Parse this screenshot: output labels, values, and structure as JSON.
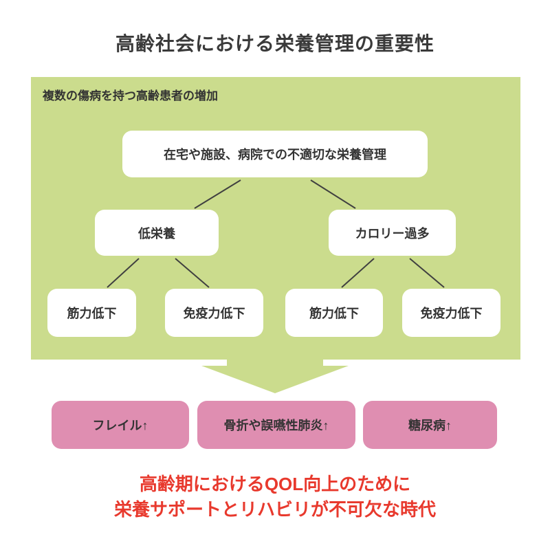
{
  "title": "高齢社会における栄養管理の重要性",
  "panel": {
    "label": "複数の傷病を持つ高齢患者の増加",
    "root": "在宅や施設、病院での不適切な栄養管理",
    "branches": [
      {
        "label": "低栄養",
        "children": [
          "筋力低下",
          "免疫力低下"
        ]
      },
      {
        "label": "カロリー過多",
        "children": [
          "筋力低下",
          "免疫力低下"
        ]
      }
    ]
  },
  "outcomes": [
    "フレイル↑",
    "骨折や誤嚥性肺炎↑",
    "糖尿病↑"
  ],
  "conclusion": {
    "line1": "高齢期におけるQOL向上のために",
    "line2": "栄養サポートとリハビリが不可欠な時代"
  },
  "colors": {
    "panel_green": "#cbdc8d",
    "outcome_pink": "#df8eb1",
    "conclusion_red": "#e8392d",
    "text_dark": "#333333",
    "connector_line": "#404040"
  }
}
